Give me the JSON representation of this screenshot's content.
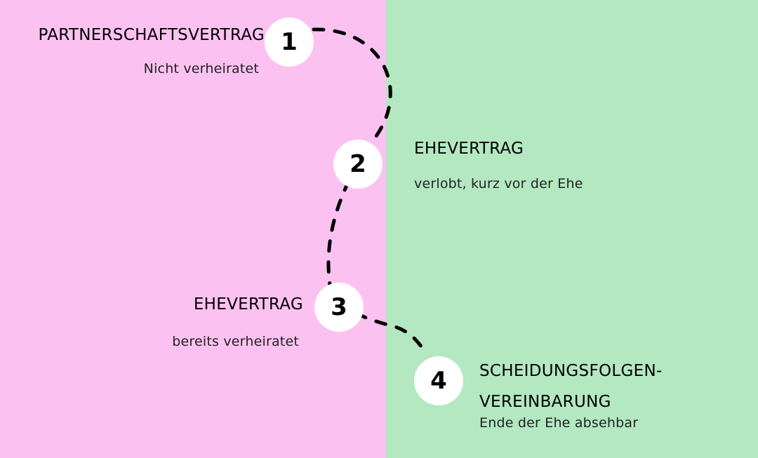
{
  "colors": {
    "left_panel": "#fbc2f1",
    "right_panel": "#b3e8c1",
    "circle": "#ffffff",
    "path": "#000000"
  },
  "steps": [
    {
      "number": "1",
      "title": "PARTNERSCHAFTSVERTRAG",
      "subtitle": "Nicht verheiratet"
    },
    {
      "number": "2",
      "title": "EHEVERTRAG",
      "subtitle": "verlobt, kurz vor der Ehe"
    },
    {
      "number": "3",
      "title": "EHEVERTRAG",
      "subtitle": "bereits verheiratet"
    },
    {
      "number": "4",
      "title_lines": [
        "SCHEIDUNGSFOLGEN-",
        "VEREINBARUNG"
      ],
      "subtitle": "Ende der Ehe absehbar"
    }
  ]
}
